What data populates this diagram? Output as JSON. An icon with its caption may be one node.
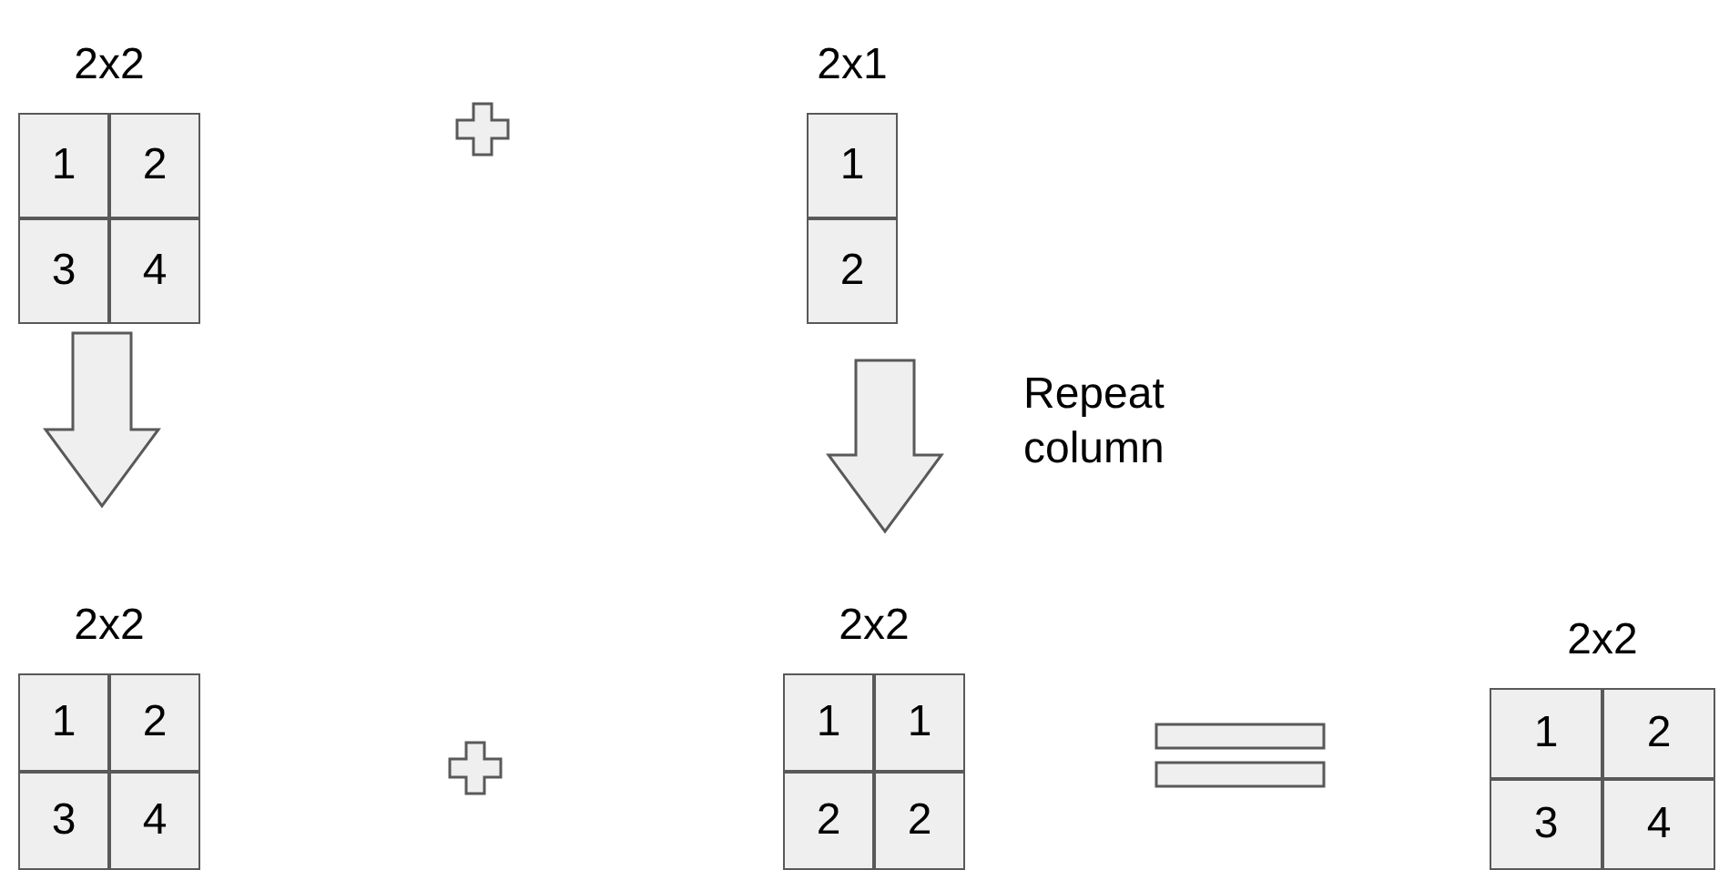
{
  "diagram": {
    "nodes": [
      {
        "text": [
          "2x2"
        ]
      },
      {
        "text": [
          "1"
        ],
        "in": 0
      },
      {
        "text": [
          "2"
        ],
        "in": 0
      },
      {
        "text": [
          "3"
        ],
        "in": 0
      },
      {
        "text": [
          "4"
        ],
        "in": 0
      },
      {
        "text": [
          "2x1"
        ]
      },
      {
        "text": [
          "1"
        ],
        "in": 5
      },
      {
        "text": [
          "2"
        ],
        "in": 5
      },
      {
        "text": [
          "2x2"
        ]
      },
      {
        "text": [
          "1"
        ],
        "in": 8
      },
      {
        "text": [
          "2"
        ],
        "in": 8
      },
      {
        "text": [
          "3"
        ],
        "in": 8
      },
      {
        "text": [
          "4"
        ],
        "in": 8
      },
      {
        "text": [
          "2x2"
        ]
      },
      {
        "text": [
          "1"
        ],
        "in": 13
      },
      {
        "text": [
          "1"
        ],
        "in": 13
      },
      {
        "text": [
          "2"
        ],
        "in": 13
      },
      {
        "text": [
          "2"
        ],
        "in": 13
      },
      {
        "text": [
          "2x2"
        ]
      },
      {
        "text": [
          "1"
        ],
        "in": 18
      },
      {
        "text": [
          "2"
        ],
        "in": 18
      },
      {
        "text": [
          "3"
        ],
        "in": 18
      },
      {
        "text": [
          "4"
        ],
        "in": 18
      }
    ],
    "edges": [
      {
        "from": 0,
        "to": 8,
        "arrow": "to"
      },
      {
        "from": 5,
        "to": 13,
        "arrow": "to",
        "label": "Repeat column"
      }
    ]
  }
}
